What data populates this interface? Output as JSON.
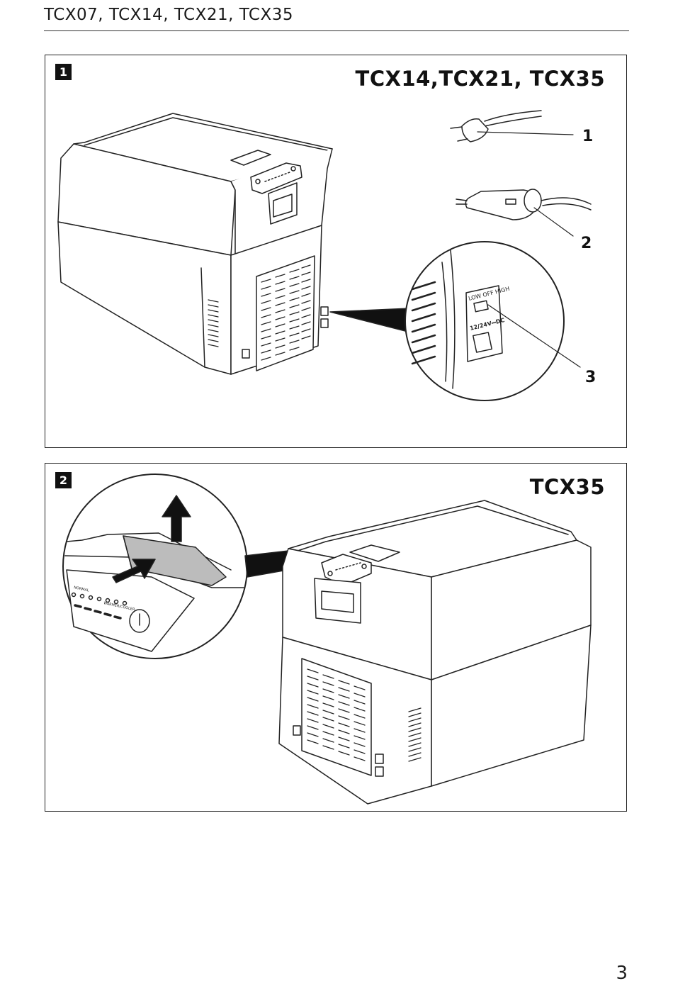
{
  "header": {
    "title": "TCX07, TCX14, TCX21, TCX35"
  },
  "figure1": {
    "number": "1",
    "models": "TCX14,TCX21, TCX35",
    "callouts": [
      "1",
      "2",
      "3"
    ],
    "switch_label": "LOW OFF HIGH",
    "socket_label": "12/24V⎓DC"
  },
  "figure2": {
    "number": "2",
    "models": "TCX35",
    "panel_labels": {
      "normal": "NORMAL",
      "warmer_cooler": "WARMER/COOLER"
    }
  },
  "page_number": "3"
}
